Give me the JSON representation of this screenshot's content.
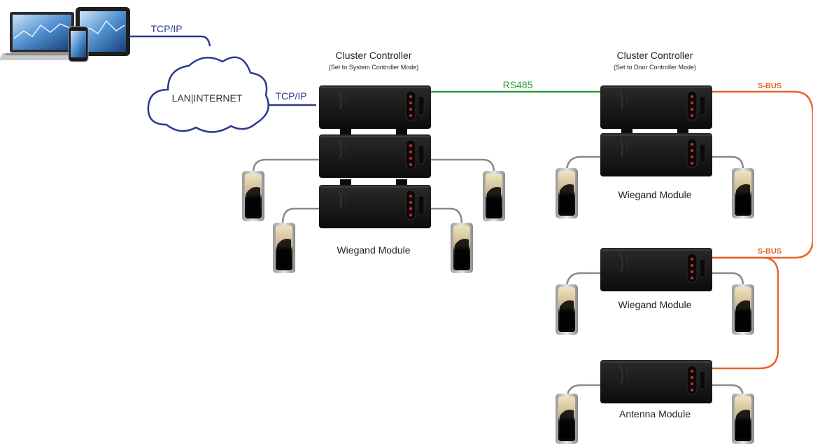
{
  "links": {
    "tcpip_top": "TCP/IP",
    "tcpip_mid": "TCP/IP",
    "rs485": "RS485",
    "sbus_1": "S-BUS",
    "sbus_2": "S-BUS"
  },
  "cloud": {
    "label": "LAN|INTERNET"
  },
  "system_cluster": {
    "title": "Cluster Controller",
    "subtitle": "(Set to System Controller Mode)",
    "module_label": "Wiegand Module"
  },
  "door_cluster": {
    "title": "Cluster Controller",
    "subtitle": "(Set to Door Controller Mode)",
    "module_label": "Wiegand Module"
  },
  "module_3": {
    "label": "Wiegand Module"
  },
  "module_4": {
    "label": "Antenna Module"
  },
  "colors": {
    "tcpip": "#2b3990",
    "rs485": "#2e9a3c",
    "sbus": "#e8632b",
    "module_body": "#151515",
    "reader_cable": "#8a8a8a",
    "led": "#d9262b"
  },
  "icons": [
    "laptop-icon",
    "tablet-icon",
    "phone-icon",
    "cloud-icon",
    "controller-module-icon",
    "card-reader-icon"
  ]
}
